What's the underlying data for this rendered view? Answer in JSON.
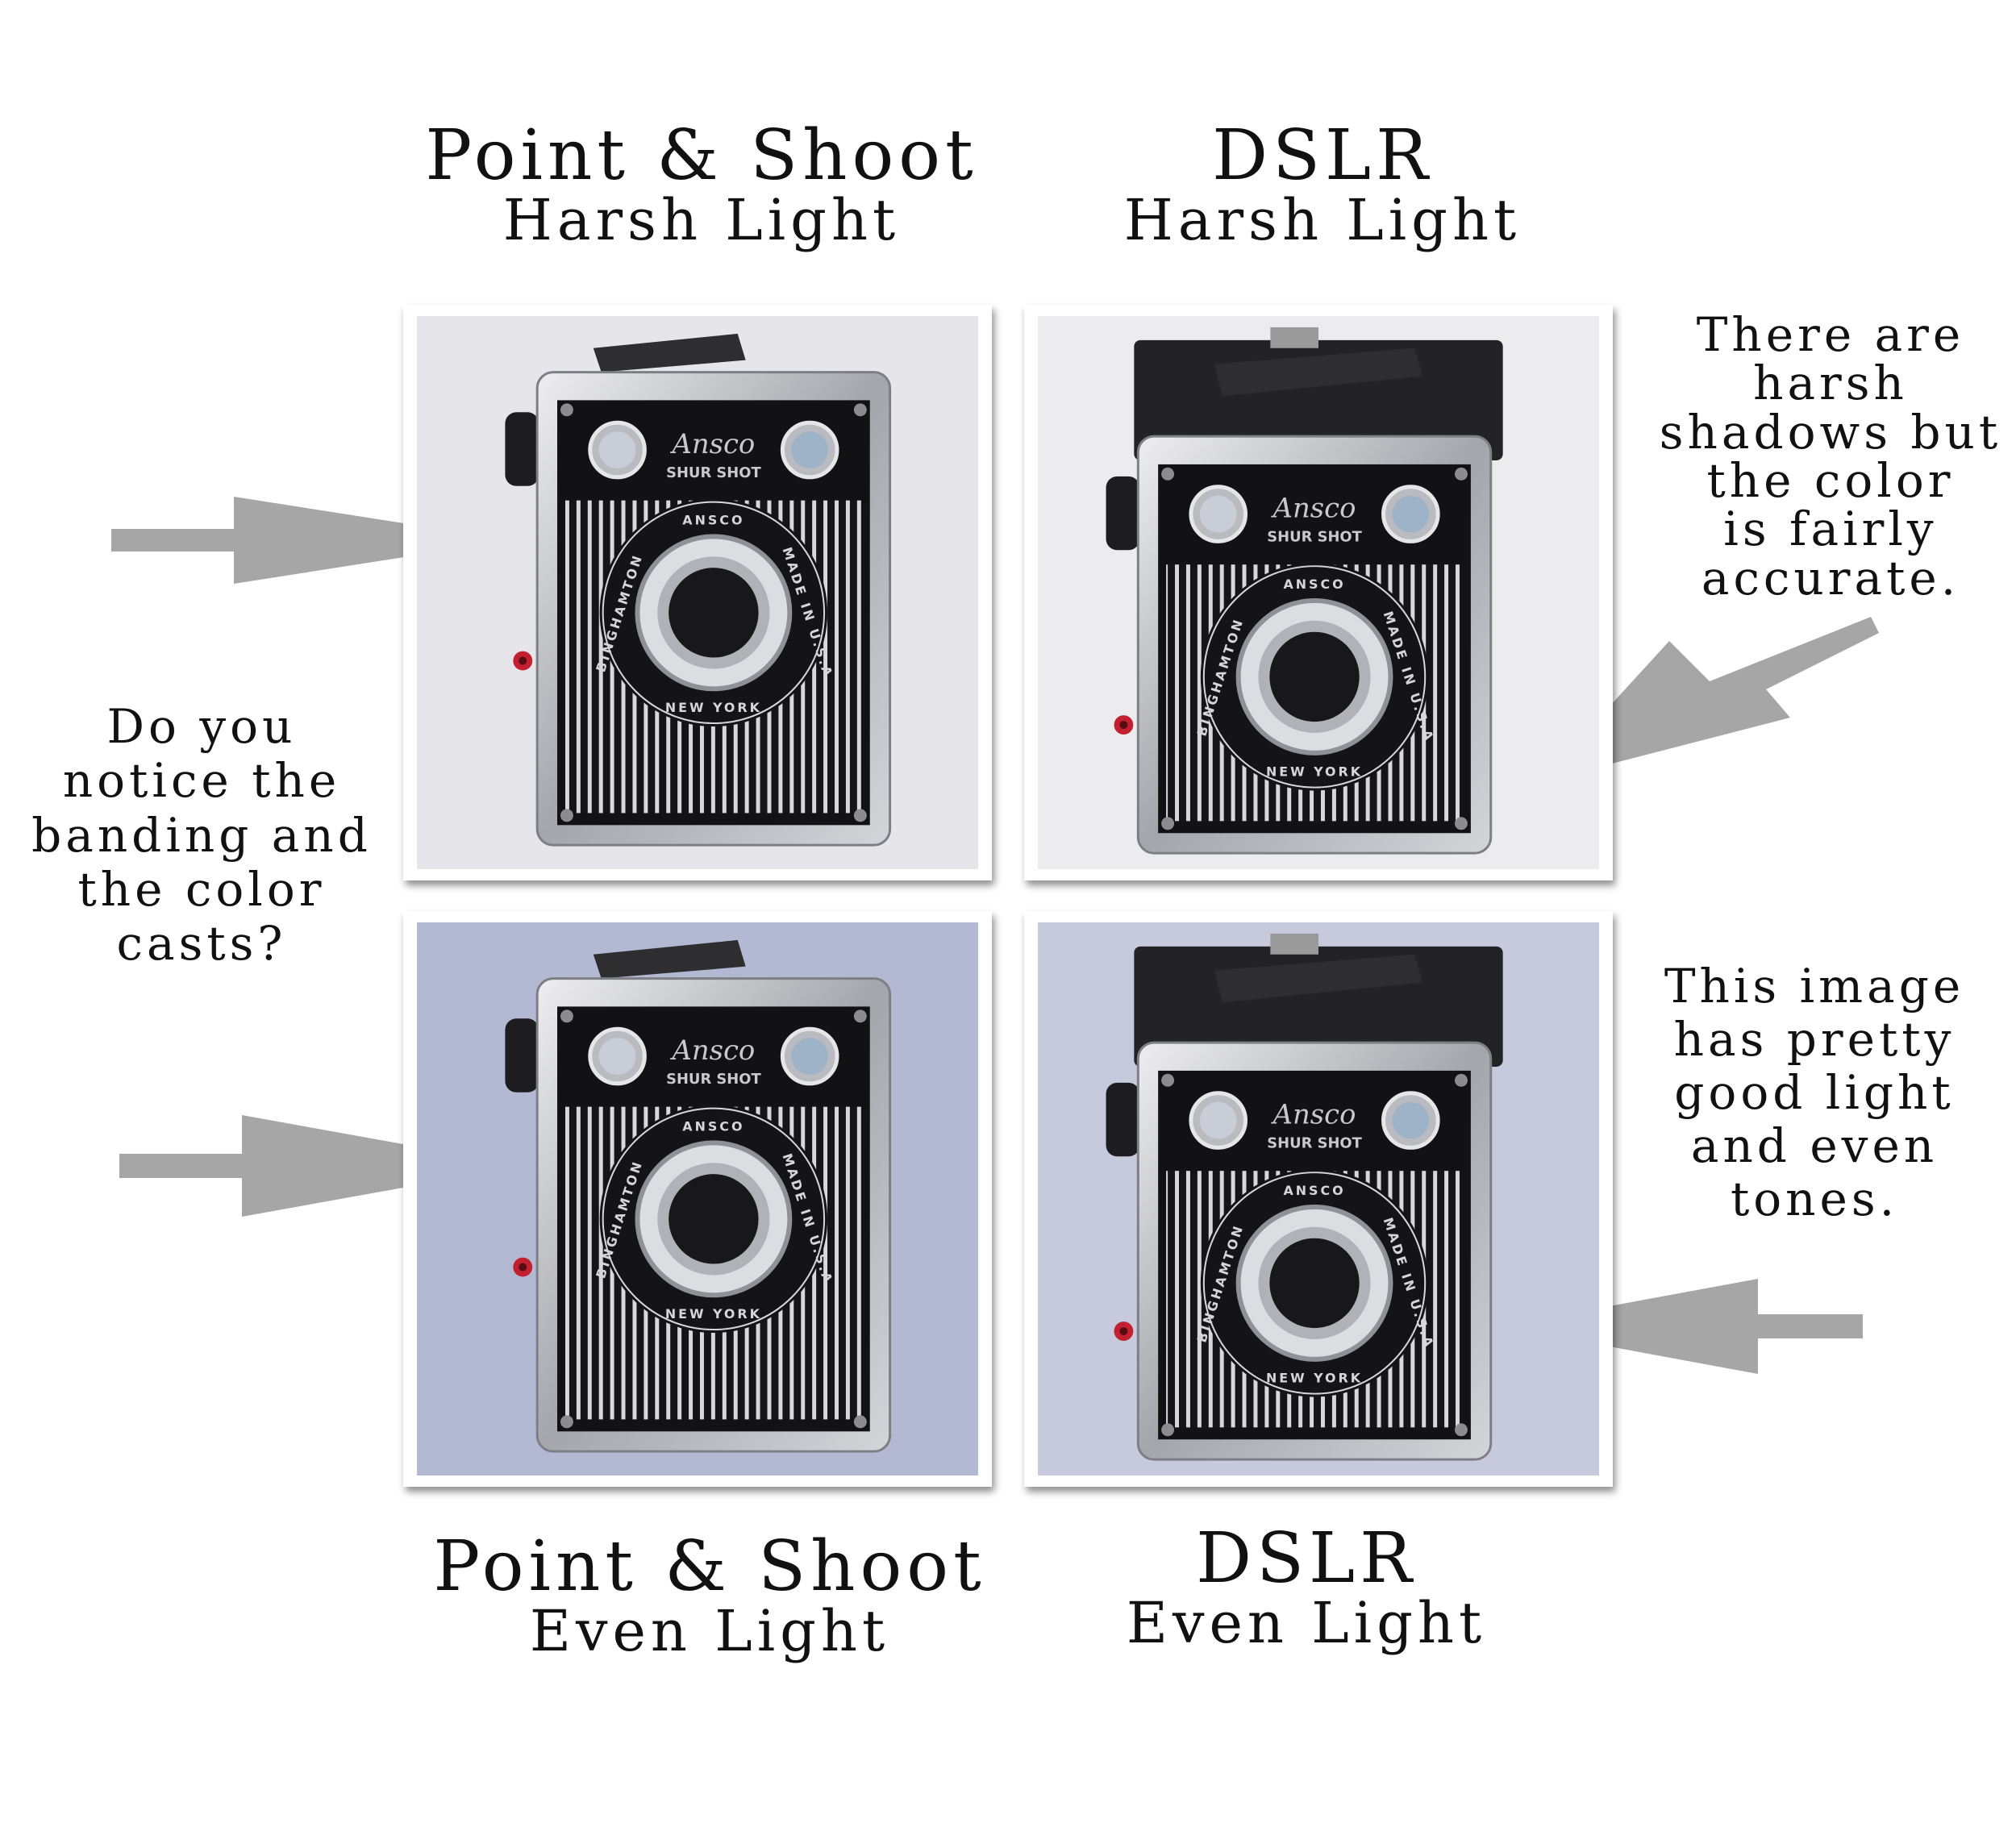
{
  "headings": {
    "ps_harsh": {
      "title": "Point & Shoot",
      "sub": "Harsh Light"
    },
    "dslr_harsh": {
      "title": "DSLR",
      "sub": "Harsh Light"
    },
    "ps_even": {
      "title": "Point & Shoot",
      "sub": "Even Light"
    },
    "dslr_even": {
      "title": "DSLR",
      "sub": "Even Light"
    }
  },
  "notes": {
    "left": [
      "Do you",
      "notice the",
      "banding and",
      "the color",
      "casts?"
    ],
    "top_right": [
      "There are",
      "harsh",
      "shadows but",
      "the color",
      "is fairly",
      "accurate."
    ],
    "bottom_right": [
      "This image",
      "has pretty",
      "good light",
      "and even",
      "tones."
    ]
  },
  "camera": {
    "brand": "Ansco",
    "model": "SHUR SHOT",
    "ring_top": "ANSCO",
    "ring_left": "BINGHAMTON",
    "ring_right": "MADE IN U.S.A",
    "ring_bottom": "NEW YORK"
  },
  "colors": {
    "arrow": "#a6a6a6",
    "bg_harsh_ps": "#e6e6ea",
    "bg_harsh_dslr": "#ececee",
    "bg_even_ps": "#b3b9d2",
    "bg_even_dslr": "#c6cadc"
  }
}
